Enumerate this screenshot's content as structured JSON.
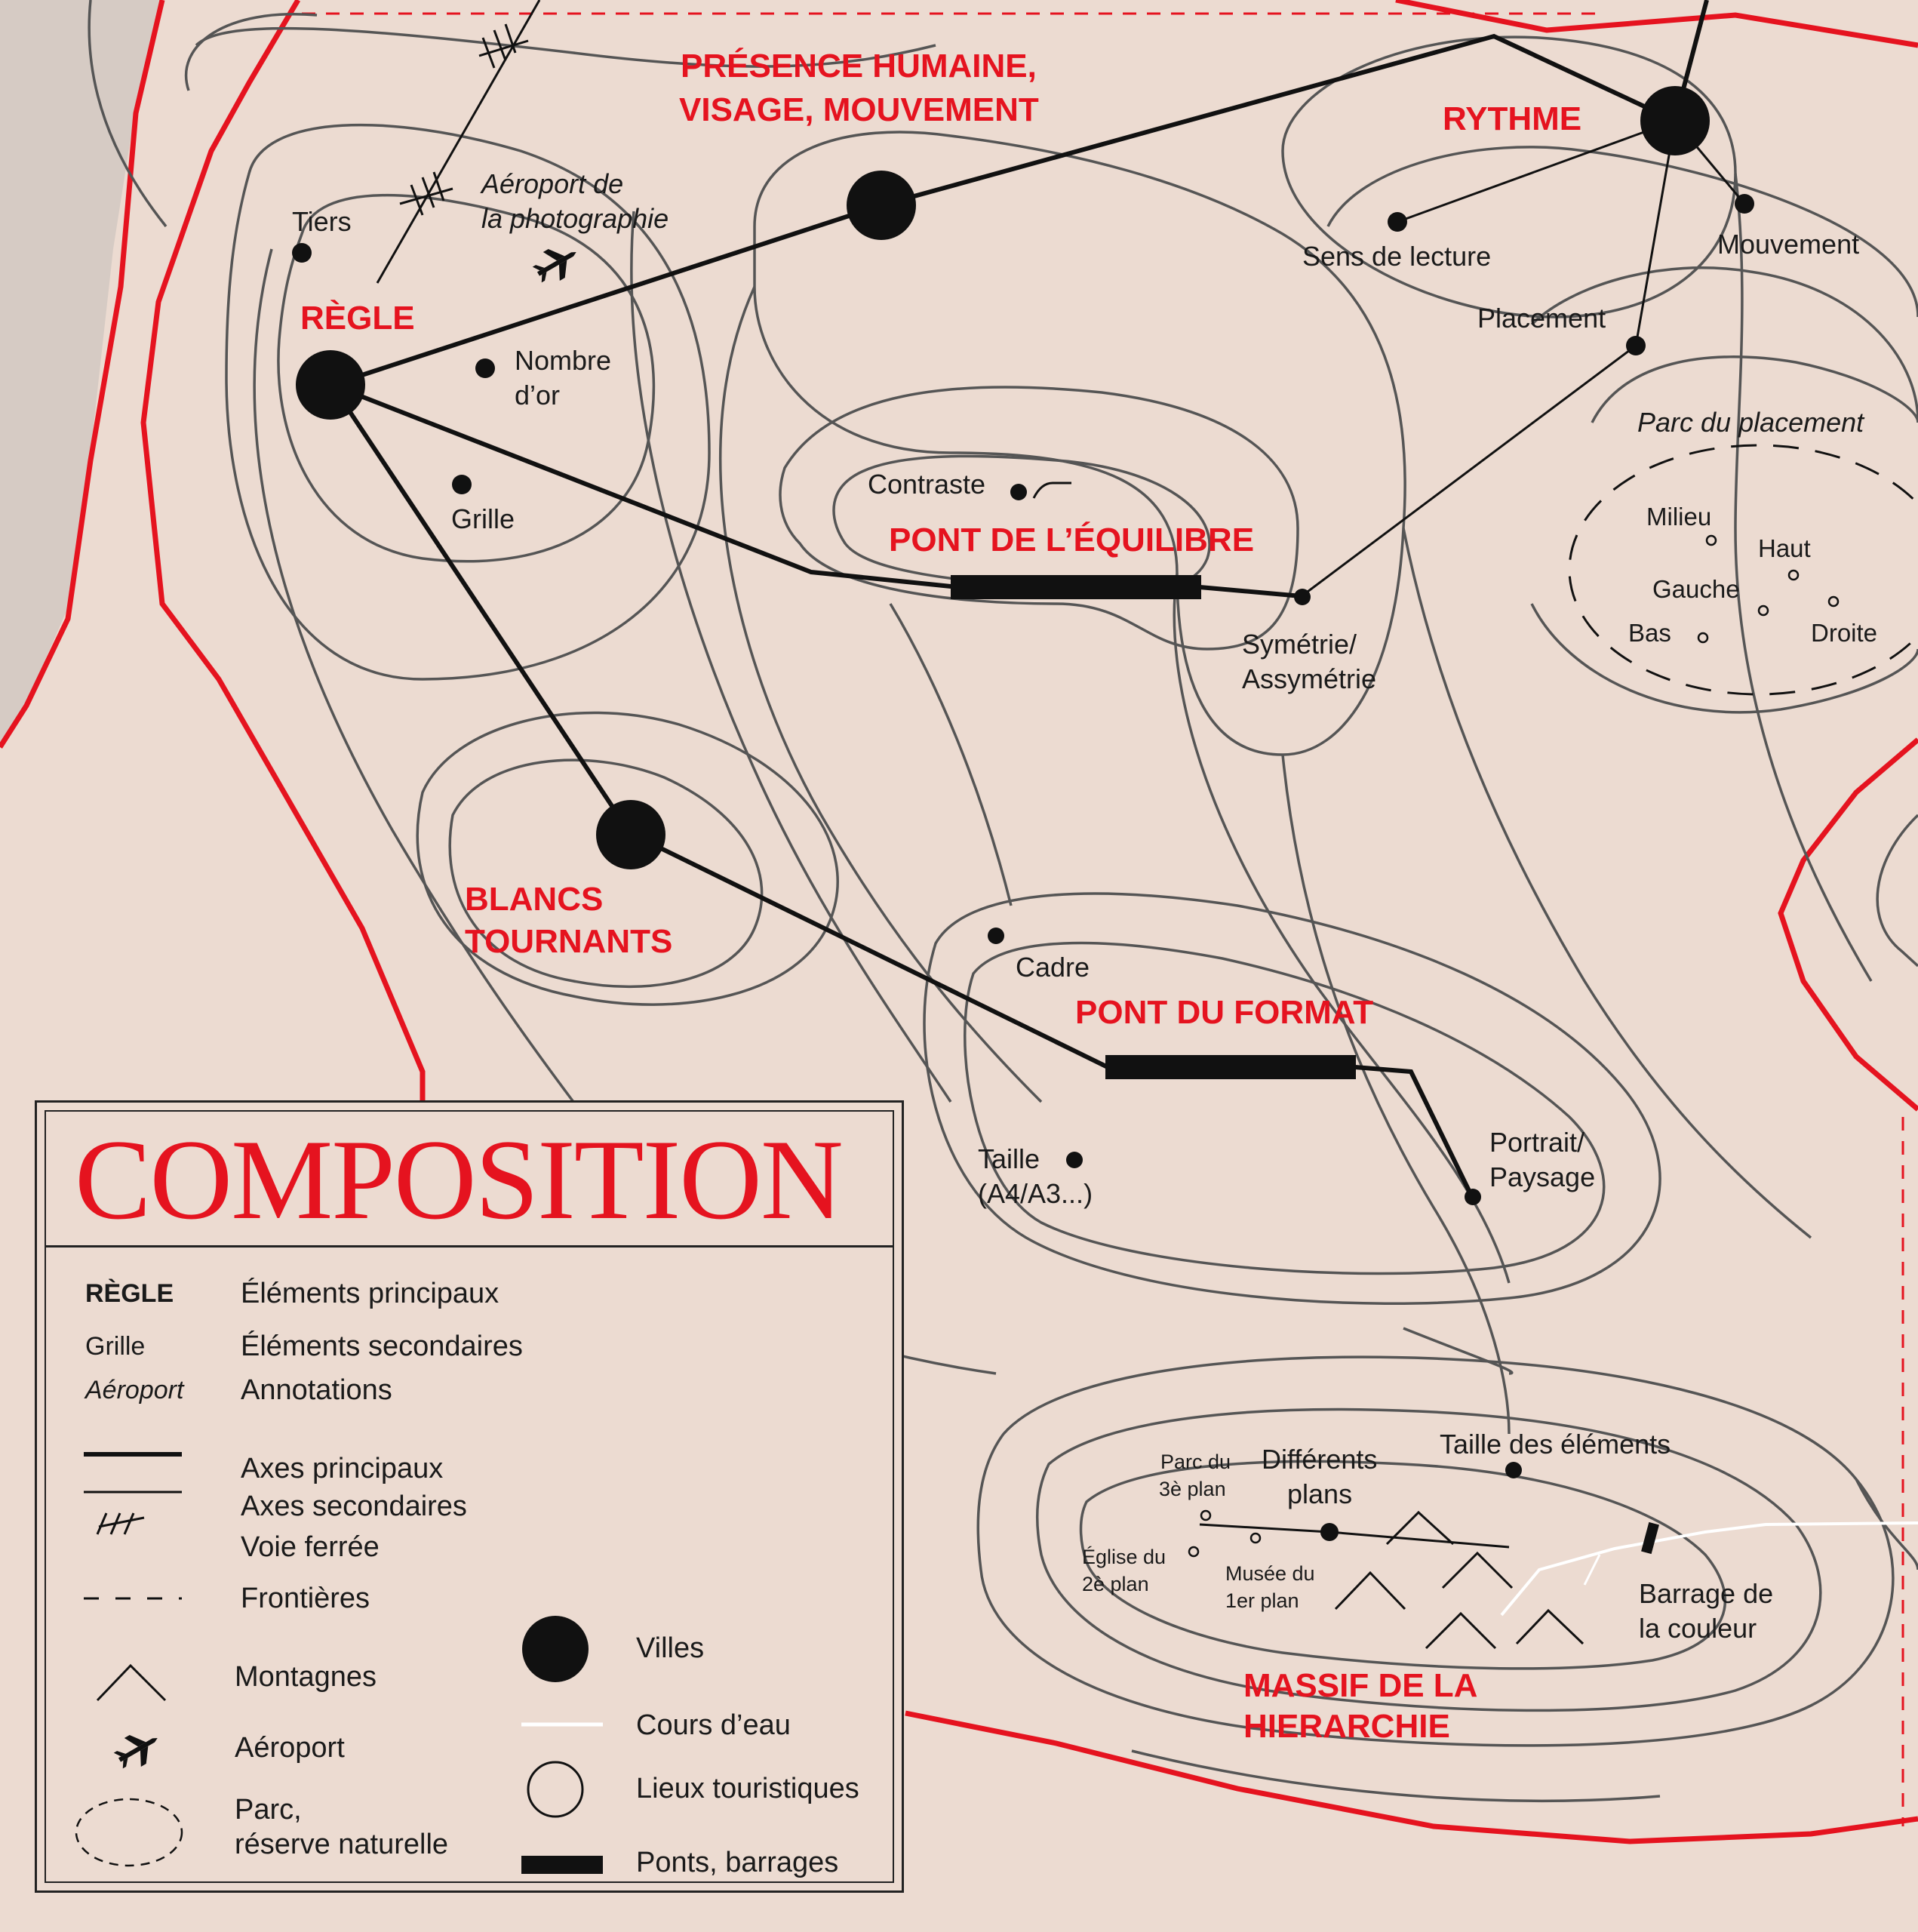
{
  "map": {
    "main_labels": {
      "regle": "RÈGLE",
      "presence_line1": "PRÉSENCE HUMAINE,",
      "presence_line2": "VISAGE, MOUVEMENT",
      "rythme": "RYTHME",
      "pont_equilibre": "PONT DE L’ÉQUILIBRE",
      "blancs_line1": "BLANCS",
      "blancs_line2": "TOURNANTS",
      "pont_format": "PONT DU FORMAT",
      "massif_line1": "MASSIF DE LA",
      "massif_line2": "HIERARCHIE"
    },
    "secondary_labels": {
      "tiers": "Tiers",
      "nombre_line1": "Nombre",
      "nombre_line2": "d’or",
      "grille": "Grille",
      "contraste": "Contraste",
      "sens_lecture": "Sens de lecture",
      "mouvement": "Mouvement",
      "placement": "Placement",
      "symetrie_line1": "Symétrie/",
      "symetrie_line2": "Assymétrie",
      "cadre": "Cadre",
      "taille_line1": "Taille",
      "taille_line2": "(A4/A3...)",
      "portrait_line1": "Portrait/",
      "portrait_line2": "Paysage",
      "differents_line1": "Différents",
      "differents_line2": "plans",
      "taille_elements": "Taille des éléments",
      "barrage_line1": "Barrage de",
      "barrage_line2": "la couleur"
    },
    "annotations": {
      "aeroport_line1": "Aéroport de",
      "aeroport_line2": "la photographie",
      "parc_placement": "Parc du placement"
    },
    "small_places": {
      "milieu": "Milieu",
      "haut": "Haut",
      "gauche": "Gauche",
      "bas": "Bas",
      "droite": "Droite",
      "parc3_line1": "Parc du",
      "parc3_line2": "3è plan",
      "eglise_line1": "Église du",
      "eglise_line2": "2è plan",
      "musee_line1": "Musée du",
      "musee_line2": "1er plan"
    }
  },
  "legend": {
    "title": "COMPOSITION",
    "rows": {
      "key_regle": "RÈGLE",
      "desc_regle": "Éléments principaux",
      "key_grille": "Grille",
      "desc_grille": "Éléments secondaires",
      "key_aeroport": "Aéroport",
      "desc_aeroport": "Annotations",
      "axes_principaux": "Axes principaux",
      "axes_secondaires": "Axes secondaires",
      "voie_ferree": "Voie ferrée",
      "frontieres": "Frontières",
      "montagnes": "Montagnes",
      "aeroport": "Aéroport",
      "parc_line1": "Parc,",
      "parc_line2": "réserve naturelle",
      "villes": "Villes",
      "cours_eau": "Cours d’eau",
      "lieux_touristiques": "Lieux touristiques",
      "ponts_barrages": "Ponts, barrages"
    }
  },
  "colors": {
    "background": "#ecdbd1",
    "accent_red": "#e5131f",
    "ink": "#111111",
    "contour_gray": "#555555",
    "sea_gray": "#d6cbc4"
  }
}
